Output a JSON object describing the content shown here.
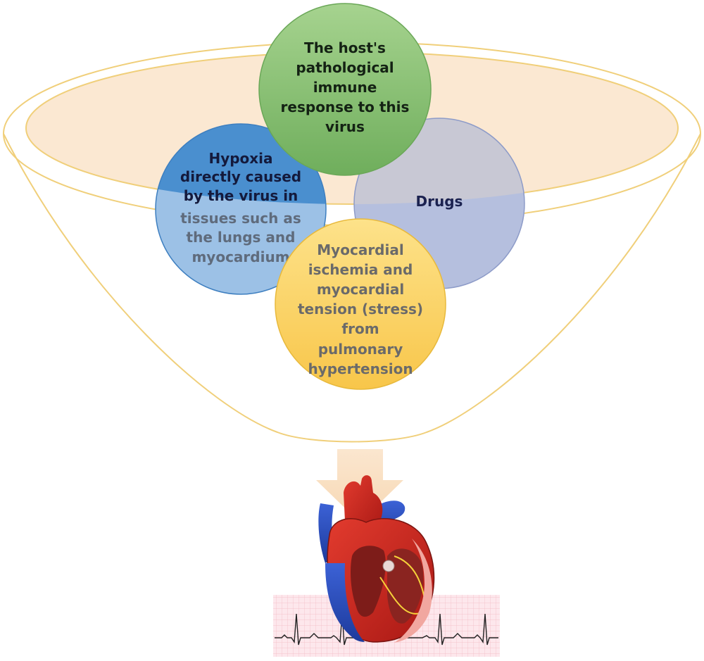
{
  "diagram": {
    "circles": {
      "immune": {
        "lines": [
          "The host's",
          "pathological",
          "immune",
          "response to this",
          "virus"
        ],
        "color": "#8fc57a"
      },
      "hypoxia": {
        "lines": [
          "Hypoxia",
          "directly caused",
          "by the virus in",
          "tissues such as",
          "the lungs and",
          "myocardium"
        ],
        "color": "#4a8fcf"
      },
      "drugs": {
        "lines": [
          "Drugs"
        ],
        "color": "#b5bfde"
      },
      "ischemia": {
        "lines": [
          "Myocardial",
          "ischemia  and",
          "myocardial",
          "tension (stress)",
          "from",
          "pulmonary",
          "hypertension"
        ],
        "color": "#fcd462"
      }
    },
    "funnel_color": "#f3d58a",
    "arrow_color": "#fbe0be"
  }
}
